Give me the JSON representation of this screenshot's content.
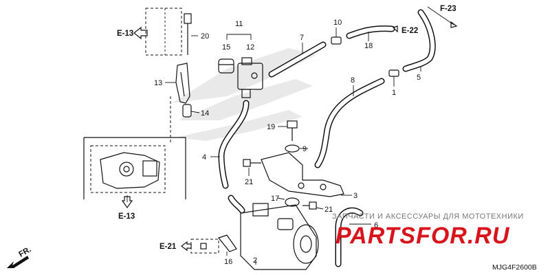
{
  "parts": [
    {
      "id": "p1",
      "label": "1"
    },
    {
      "id": "p2",
      "label": "2"
    },
    {
      "id": "p3",
      "label": "3"
    },
    {
      "id": "p4",
      "label": "4"
    },
    {
      "id": "p5",
      "label": "5"
    },
    {
      "id": "p6",
      "label": "6"
    },
    {
      "id": "p7",
      "label": "7"
    },
    {
      "id": "p8",
      "label": "8"
    },
    {
      "id": "p9",
      "label": "9"
    },
    {
      "id": "p10",
      "label": "10"
    },
    {
      "id": "p11",
      "label": "11"
    },
    {
      "id": "p12",
      "label": "12"
    },
    {
      "id": "p13",
      "label": "13"
    },
    {
      "id": "p14",
      "label": "14"
    },
    {
      "id": "p15",
      "label": "15"
    },
    {
      "id": "p16",
      "label": "16"
    },
    {
      "id": "p17",
      "label": "17"
    },
    {
      "id": "p18",
      "label": "18"
    },
    {
      "id": "p19",
      "label": "19"
    },
    {
      "id": "p20",
      "label": "20"
    },
    {
      "id": "p21a",
      "label": "21"
    },
    {
      "id": "p21b",
      "label": "21"
    }
  ],
  "references": {
    "e13_top": "E-13",
    "e13_bottom": "E-13",
    "e22": "E-22",
    "f23": "F-23",
    "e21": "E-21"
  },
  "direction_label": "FR.",
  "diagram_code": "MJG4F2600B",
  "watermark": {
    "tagline": "ЗАПЧАСТИ И АКСЕССУАРЫ ДЛЯ МОТОТЕХНИКИ",
    "logo": "PARTSFOR.RU",
    "accent_color": "#d8131b"
  }
}
